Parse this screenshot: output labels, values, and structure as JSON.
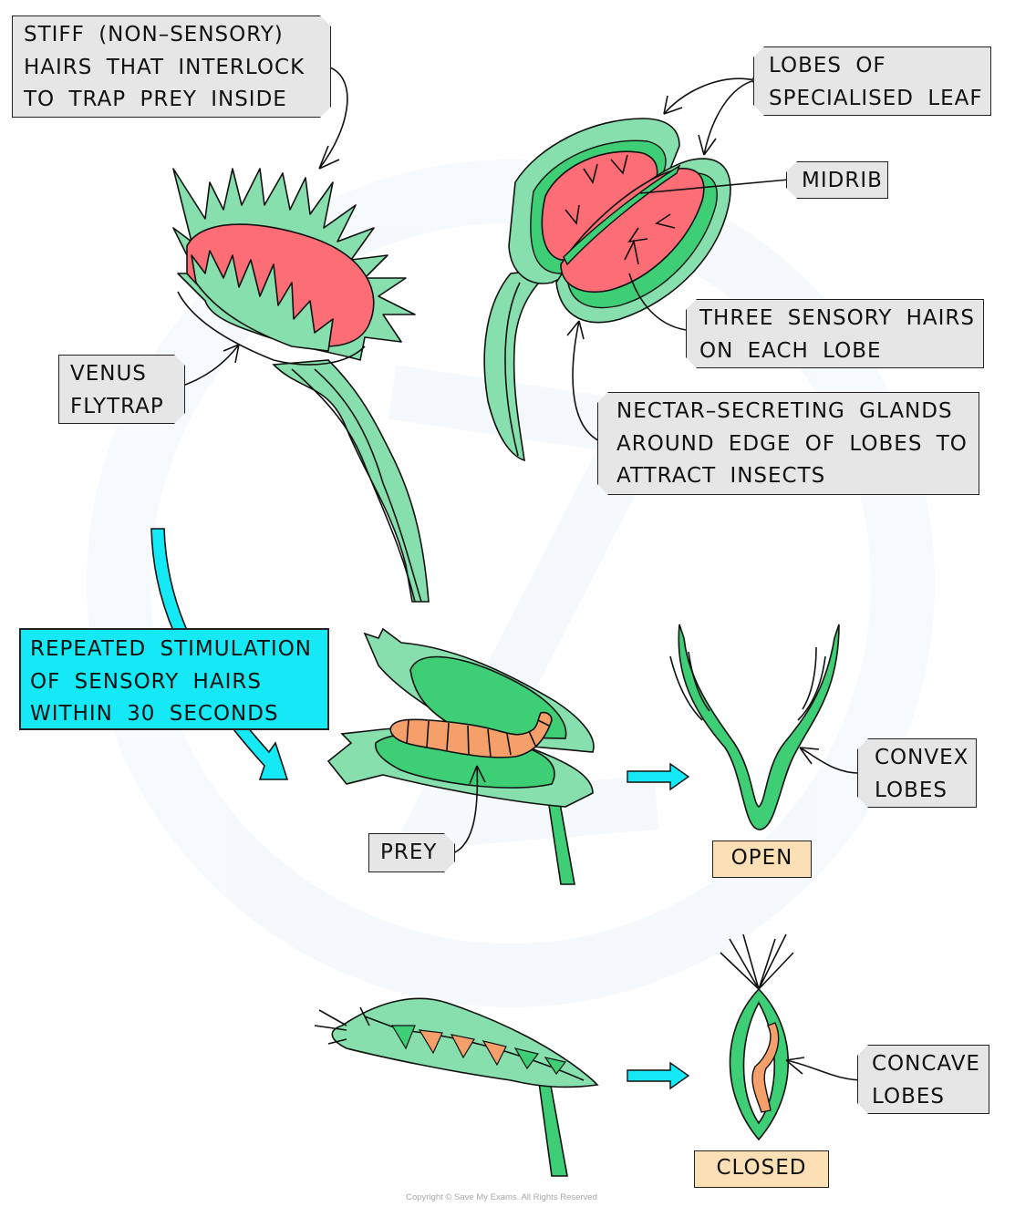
{
  "diagram": {
    "subject": "Venus flytrap structure and trapping mechanism",
    "colors": {
      "leaf_light": "#86dfad",
      "leaf_mid": "#3ecf76",
      "trap_inner_red": "#fd6d76",
      "prey_orange": "#f5a06a",
      "label_bg": "#e6e6e6",
      "state_bg": "#fbe0b5",
      "process_arrow": "#14e9f5",
      "outline": "#111111"
    }
  },
  "labels": {
    "stiff_hairs": [
      "STIFF (NON–SENSORY)",
      "HAIRS THAT INTERLOCK",
      "TO TRAP PREY INSIDE"
    ],
    "lobes": [
      "LOBES OF",
      "SPECIALISED LEAF"
    ],
    "midrib": [
      "MIDRIB"
    ],
    "sensory_hairs": [
      "THREE SENSORY HAIRS",
      "ON EACH LOBE"
    ],
    "nectar_glands": [
      "NECTAR–SECRETING GLANDS",
      "AROUND EDGE OF LOBES TO",
      "ATTRACT INSECTS"
    ],
    "venus_flytrap": [
      "VENUS",
      "FLYTRAP"
    ],
    "stimulus": [
      "REPEATED STIMULATION",
      "OF SENSORY HAIRS",
      "WITHIN 30 SECONDS"
    ],
    "prey": [
      "PREY"
    ],
    "convex": [
      "CONVEX",
      "LOBES"
    ],
    "concave": [
      "CONCAVE",
      "LOBES"
    ]
  },
  "states": {
    "open": "OPEN",
    "closed": "CLOSED"
  },
  "footer": {
    "copyright": "Copyright © Save My Exams. All Rights Reserved"
  }
}
